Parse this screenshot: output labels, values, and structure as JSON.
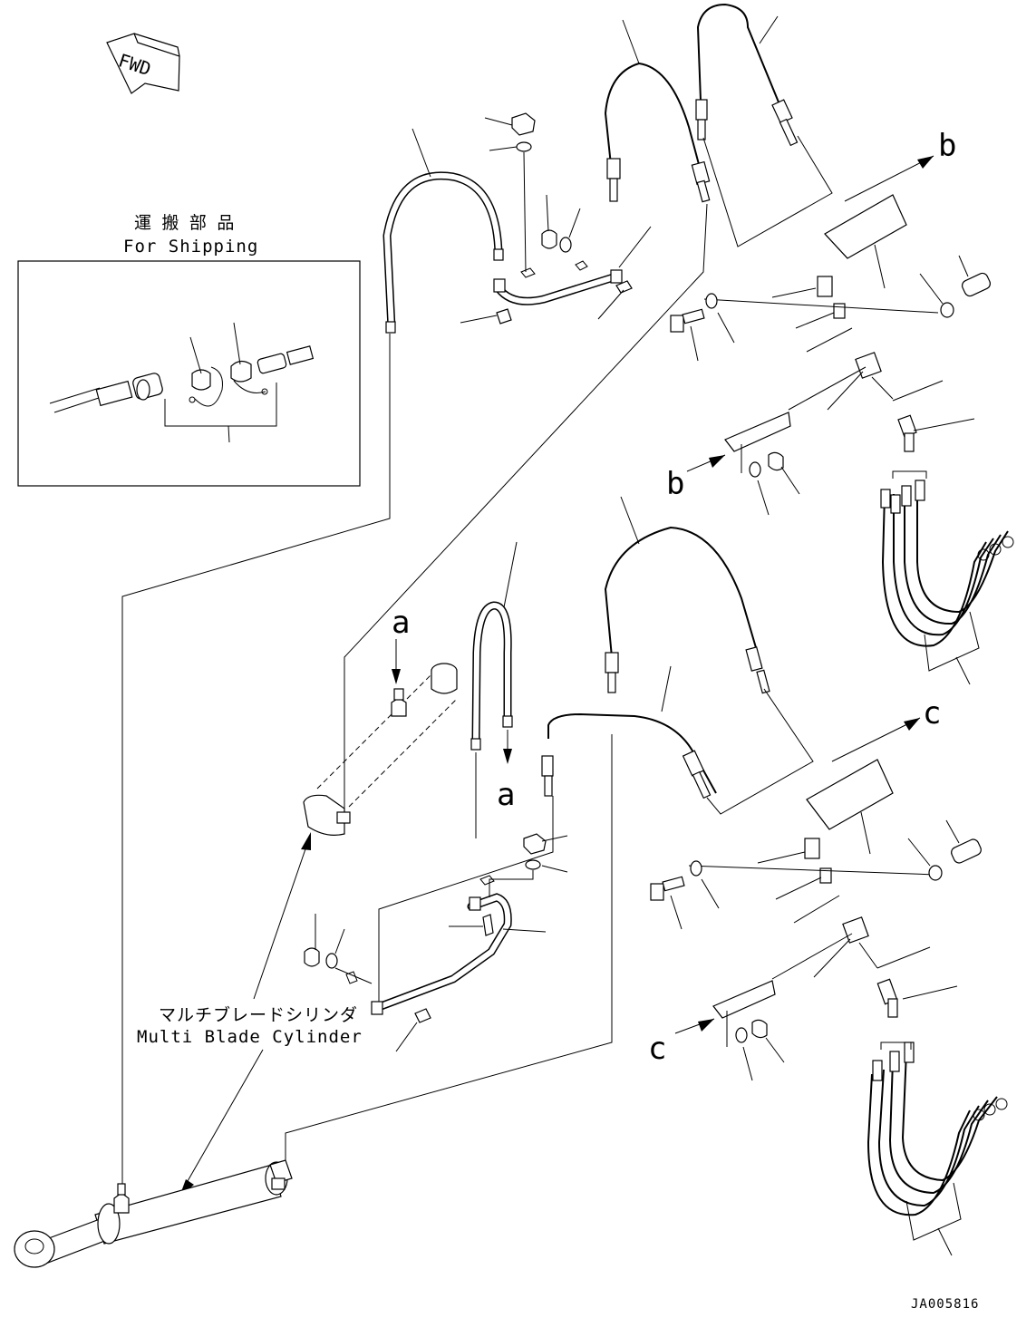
{
  "fwd_label": "FWD",
  "shipping": {
    "title_jp": "運 搬 部 品",
    "title_en": "For Shipping"
  },
  "cylinder": {
    "label_jp": "マルチブレードシリンダ",
    "label_en": "Multi Blade Cylinder"
  },
  "callouts": {
    "a": "a",
    "b": "b",
    "c": "c"
  },
  "drawing_number": "JA005816",
  "icons": [
    "fwd-arrow-icon",
    "hose-icon",
    "cylinder-icon",
    "bolt-icon",
    "washer-icon",
    "nut-icon",
    "bracket-icon",
    "connector-icon"
  ]
}
